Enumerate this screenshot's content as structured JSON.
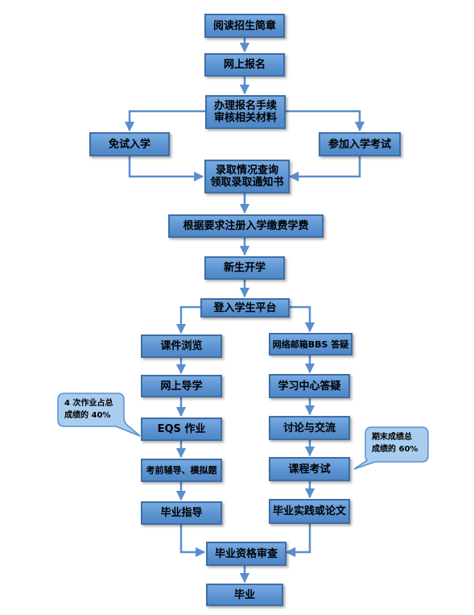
{
  "nodes": {
    "read_brochure": "阅读招生简章",
    "online_signup": "网上报名",
    "procedures_line1": "办理报名手续",
    "procedures_line2": "审核相关材料",
    "exam_free": "免试入学",
    "take_exam": "参加入学考试",
    "admission_line1": "录取情况查询",
    "admission_line2": "领取录取通知书",
    "pay_fees": "根据要求注册入学缴费学费",
    "new_students": "新生开学",
    "login_platform": "登入学生平台",
    "browse_courseware": "课件浏览",
    "online_guidance": "网上导学",
    "eqs_homework": "EQS 作业",
    "pre_exam_tutoring": "考前辅导、模拟题",
    "graduation_guidance": "毕业指导",
    "bbs_qa": "网络邮箱BBS 答疑",
    "learning_center_qa": "学习中心答疑",
    "discussion": "讨论与交流",
    "course_exam": "课程考试",
    "practice_thesis": "毕业实践或论文",
    "graduation_review": "毕业资格审查",
    "graduation": "毕业"
  },
  "callouts": {
    "homework_line1": "4 次作业占总",
    "homework_line2": "成绩的 40%",
    "final_line1": "期末成绩总",
    "final_line2": "成绩的 60%"
  },
  "colors": {
    "box_fill": "#5b92d0",
    "box_border": "#3d6ea8",
    "arrow": "#5a8fcc"
  }
}
